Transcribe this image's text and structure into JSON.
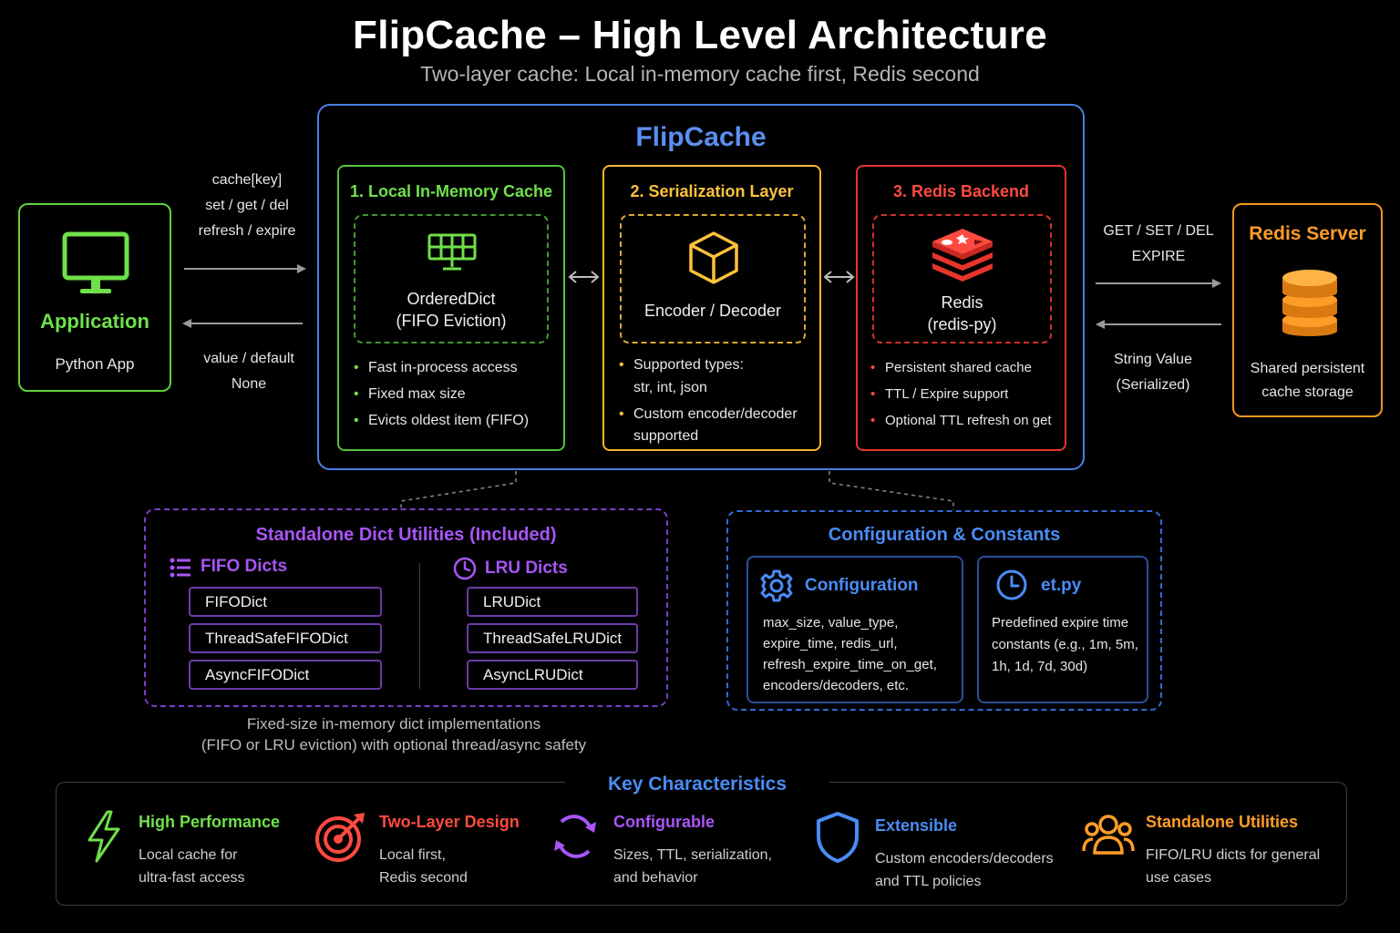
{
  "header": {
    "title": "FlipCache – High Level Architecture",
    "subtitle": "Two-layer cache: Local in-memory cache first, Redis second"
  },
  "application": {
    "label": "Application",
    "sublabel": "Python App",
    "icon": "monitor-icon",
    "request_lines": [
      "cache[key]",
      "set / get / del",
      "refresh / expire"
    ],
    "response_lines": [
      "value / default",
      "None"
    ]
  },
  "flipcache": {
    "title": "FlipCache",
    "layers": [
      {
        "title": "1. Local In-Memory Cache",
        "icon": "memory-chip-icon",
        "inner_lines": [
          "OrderedDict",
          "(FIFO Eviction)"
        ],
        "bullets": [
          "Fast in-process access",
          "Fixed max size",
          "Evicts oldest item (FIFO)"
        ]
      },
      {
        "title": "2. Serialization Layer",
        "icon": "cube-icon",
        "inner_lines": [
          "Encoder / Decoder"
        ],
        "bullets": [
          "Supported types:",
          "str, int, json",
          "Custom encoder/decoder",
          "supported"
        ]
      },
      {
        "title": "3. Redis Backend",
        "icon": "redis-logo-icon",
        "inner_lines": [
          "Redis",
          "(redis-py)"
        ],
        "bullets": [
          "Persistent shared cache",
          "TTL / Expire support",
          "Optional TTL refresh on get"
        ]
      }
    ]
  },
  "redis_server": {
    "title": "Redis Server",
    "icon": "database-icon",
    "description_lines": [
      "Shared persistent",
      "cache storage"
    ],
    "request_lines": [
      "GET / SET / DEL",
      "EXPIRE"
    ],
    "response_lines": [
      "String Value",
      "(Serialized)"
    ]
  },
  "standalone": {
    "title": "Standalone Dict Utilities (Included)",
    "fifo": {
      "heading": "FIFO Dicts",
      "icon": "list-icon",
      "items": [
        "FIFODict",
        "ThreadSafeFIFODict",
        "AsyncFIFODict"
      ]
    },
    "lru": {
      "heading": "LRU Dicts",
      "icon": "clock-icon",
      "items": [
        "LRUDict",
        "ThreadSafeLRUDict",
        "AsyncLRUDict"
      ]
    },
    "note_lines": [
      "Fixed-size in-memory dict implementations",
      "(FIFO or LRU eviction) with optional thread/async safety"
    ]
  },
  "config": {
    "title": "Configuration & Constants",
    "configuration": {
      "heading": "Configuration",
      "icon": "gear-icon",
      "lines": [
        "max_size, value_type,",
        "expire_time, redis_url,",
        "refresh_expire_time_on_get,",
        "encoders/decoders, etc."
      ]
    },
    "etpy": {
      "heading": "et.py",
      "icon": "clock-icon",
      "lines": [
        "Predefined expire time",
        "constants (e.g., 1m, 5m,",
        "1h, 1d, 7d, 30d)"
      ]
    }
  },
  "key_characteristics": {
    "title": "Key Characteristics",
    "items": [
      {
        "title": "High Performance",
        "desc": [
          "Local cache for",
          "ultra-fast access"
        ],
        "icon": "lightning-icon",
        "color": "#6fe04a"
      },
      {
        "title": "Two-Layer Design",
        "desc": [
          "Local first,",
          "Redis second"
        ],
        "icon": "target-icon",
        "color": "#ff4a40"
      },
      {
        "title": "Configurable",
        "desc": [
          "Sizes, TTL, serialization,",
          "and behavior"
        ],
        "icon": "refresh-icon",
        "color": "#a855f7"
      },
      {
        "title": "Extensible",
        "desc": [
          "Custom encoders/decoders",
          "and TTL policies"
        ],
        "icon": "shield-icon",
        "color": "#4a8cf5"
      },
      {
        "title": "Standalone Utilities",
        "desc": [
          "FIFO/LRU dicts for general",
          "use cases"
        ],
        "icon": "users-icon",
        "color": "#ff9c27"
      }
    ]
  },
  "colors": {
    "green": "#6fe04a",
    "yellow": "#ffc23a",
    "red": "#ff4a40",
    "blue": "#4a8cf5",
    "purple": "#a855f7",
    "orange": "#ff9c27"
  }
}
